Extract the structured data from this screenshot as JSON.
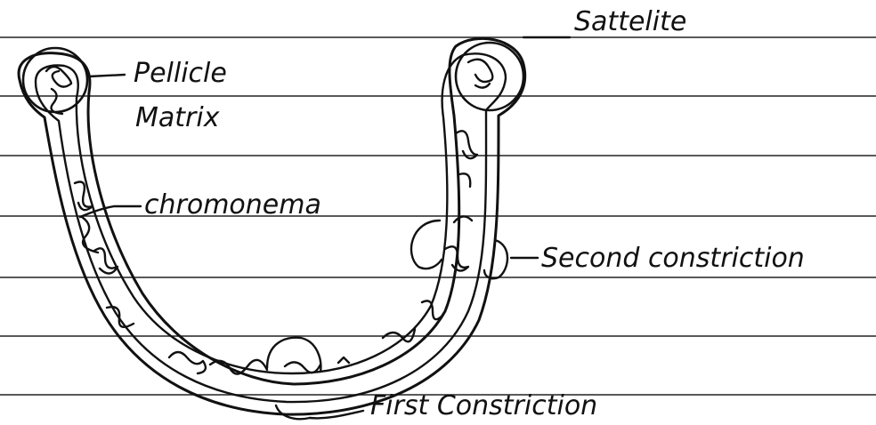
{
  "labels": {
    "satellite": "Sattelite",
    "pellicle": "Pellicle",
    "matrix": "Matrix",
    "chromonema": "chromonema",
    "second_constriction": "Second constriction",
    "first_constriction": "First Constriction"
  },
  "colors": {
    "ink": "#111111",
    "paper": "#ffffff",
    "rule": "#222222"
  }
}
